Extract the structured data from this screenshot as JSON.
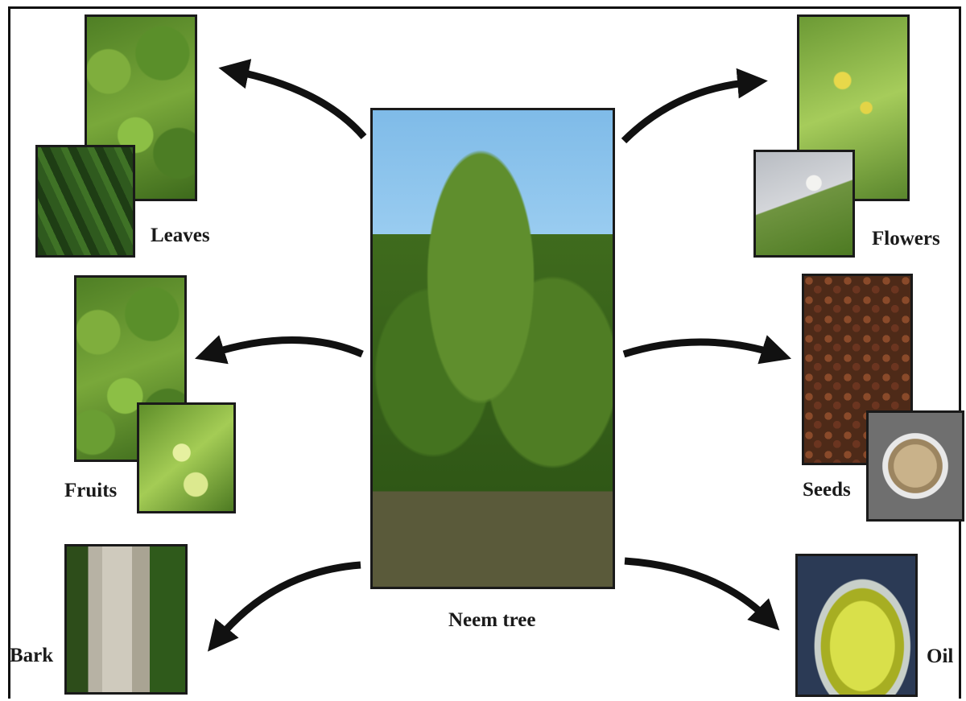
{
  "center": {
    "label": "Neem tree",
    "image": "neem-tree-photo"
  },
  "parts": {
    "leaves": {
      "label": "Leaves"
    },
    "fruits": {
      "label": "Fruits"
    },
    "bark": {
      "label": "Bark"
    },
    "flowers": {
      "label": "Flowers"
    },
    "seeds": {
      "label": "Seeds"
    },
    "oil": {
      "label": "Oil"
    }
  },
  "colors": {
    "arrow": "#111111",
    "border": "#1a1a1a"
  }
}
